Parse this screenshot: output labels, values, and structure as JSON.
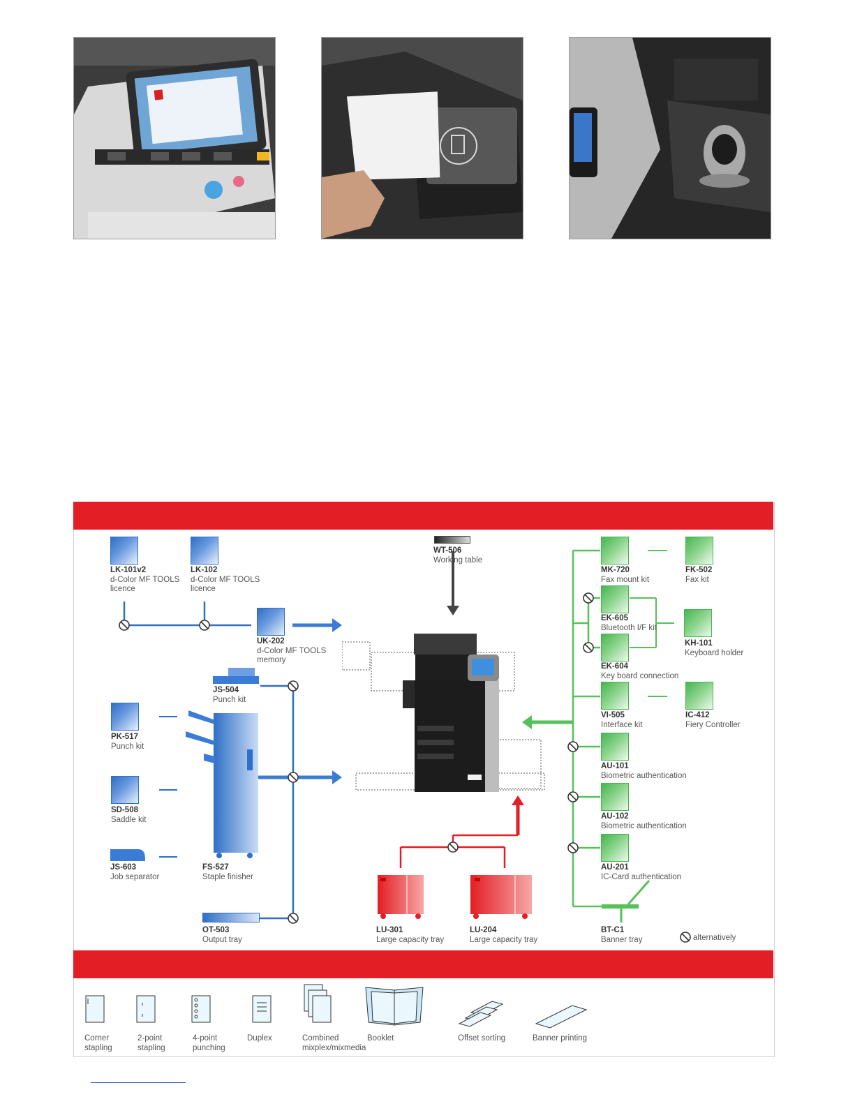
{
  "options": {
    "wt506": {
      "code": "WT-506",
      "name": "Working table"
    },
    "lk101": {
      "code": "LK-101v2",
      "line1": "d-Color MF TOOLS",
      "line2": "licence"
    },
    "lk102": {
      "code": "LK-102",
      "line1": "d-Color MF TOOLS",
      "line2": "licence"
    },
    "uk202": {
      "code": "UK-202",
      "line1": "d-Color MF TOOLS",
      "line2": "memory"
    },
    "js504": {
      "code": "JS-504",
      "name": "Punch kit"
    },
    "pk517": {
      "code": "PK-517",
      "name": "Punch kit"
    },
    "sd508": {
      "code": "SD-508",
      "name": "Saddle kit"
    },
    "js603": {
      "code": "JS-603",
      "name": "Job separator"
    },
    "fs527": {
      "code": "FS-527",
      "name": "Staple finisher"
    },
    "ot503": {
      "code": "OT-503",
      "name": "Output tray"
    },
    "lu301": {
      "code": "LU-301",
      "name": "Large capacity tray"
    },
    "lu204": {
      "code": "LU-204",
      "name": "Large capacity tray"
    },
    "mk720": {
      "code": "MK-720",
      "name": "Fax mount kit"
    },
    "fk502": {
      "code": "FK-502",
      "name": "Fax kit"
    },
    "ek605": {
      "code": "EK-605",
      "name": "Bluetooth I/F kit"
    },
    "kh101": {
      "code": "KH-101",
      "name": "Keyboard holder"
    },
    "ek604": {
      "code": "EK-604",
      "name": "Key board connection"
    },
    "vi505": {
      "code": "VI-505",
      "name": "Interface kit"
    },
    "ic412": {
      "code": "IC-412",
      "name": "Fiery Controller"
    },
    "au101": {
      "code": "AU-101",
      "name": "Biometric authentication"
    },
    "au102": {
      "code": "AU-102",
      "name": "Biometric authentication"
    },
    "au201": {
      "code": "AU-201",
      "name": "IC-Card authentication"
    },
    "btc1": {
      "code": "BT-C1",
      "name": "Banner tray"
    }
  },
  "legend": {
    "alternatively": "alternatively"
  },
  "features": [
    {
      "line1": "Corner",
      "line2": "stapling"
    },
    {
      "line1": "2-point",
      "line2": "stapling"
    },
    {
      "line1": "4-point",
      "line2": "punching"
    },
    {
      "line1": "Duplex",
      "line2": ""
    },
    {
      "line1": "Combined",
      "line2": "mixplex/mixmedia"
    },
    {
      "line1": "Booklet",
      "line2": ""
    },
    {
      "line1": "Offset sorting",
      "line2": ""
    },
    {
      "line1": "Banner printing",
      "line2": ""
    }
  ],
  "colors": {
    "red": "#e31e24",
    "blue": "#3a7bd5",
    "green": "#55c15a"
  }
}
